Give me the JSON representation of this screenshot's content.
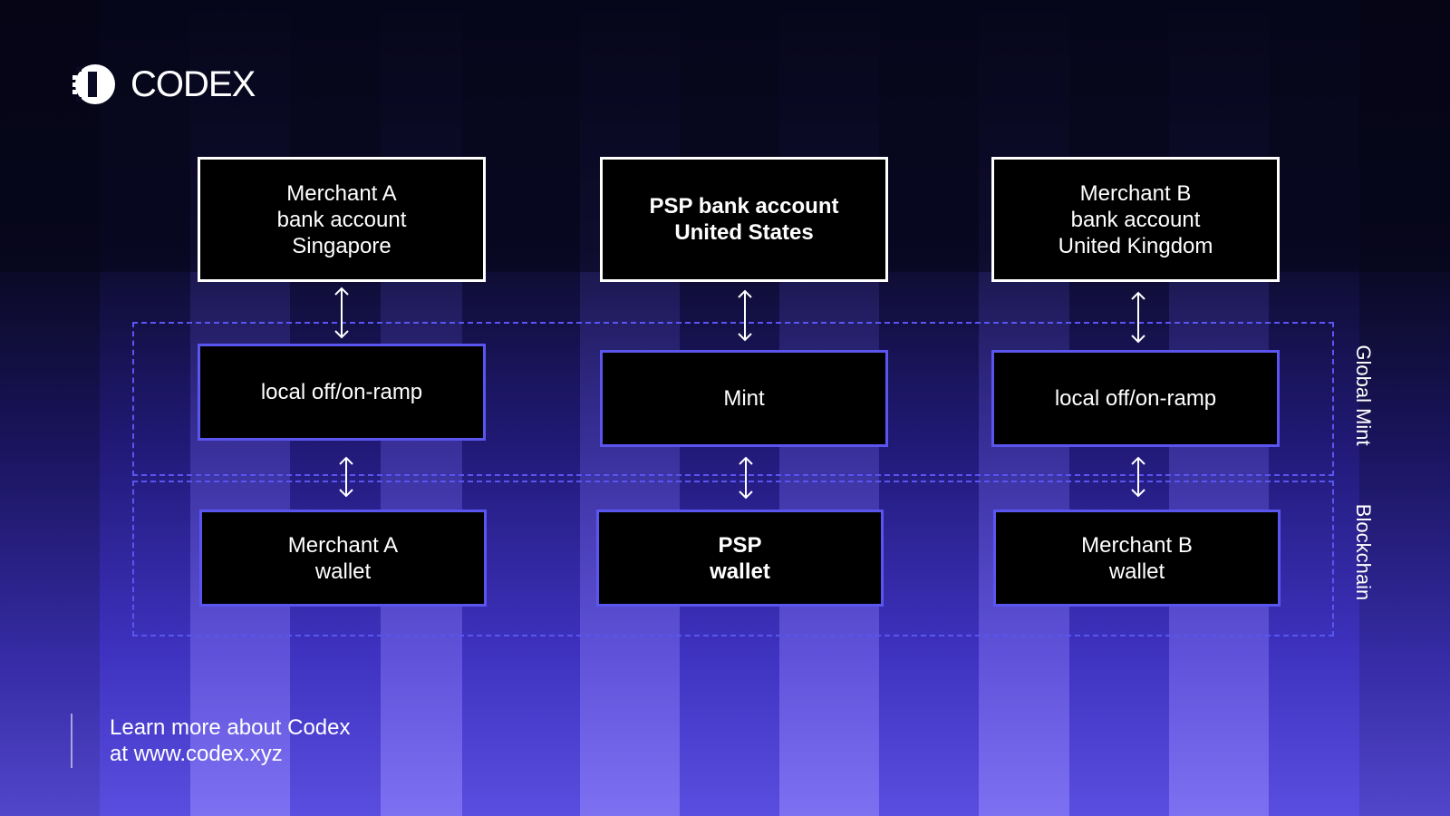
{
  "brand": {
    "name": "CODEX",
    "logo_icon": "codex-logo-icon"
  },
  "colors": {
    "background_dark": "#07071a",
    "accent_blue": "#5b55f0",
    "box_fill": "#000000",
    "text": "#ffffff"
  },
  "columns": [
    {
      "bank": "Merchant A\nbank account\nSingapore",
      "ramp": "local off/on-ramp",
      "wallet": "Merchant A\nwallet"
    },
    {
      "bank": "PSP bank account\nUnited States",
      "ramp": "Mint",
      "wallet": "PSP\nwallet"
    },
    {
      "bank": "Merchant B\nbank account\nUnited Kingdom",
      "ramp": "local off/on-ramp",
      "wallet": "Merchant B\nwallet"
    }
  ],
  "regions": {
    "global_mint": "Global Mint",
    "blockchain": "Blockchain"
  },
  "connector_icon": "double-arrow-vertical-icon",
  "footer": {
    "line1": "Learn more about Codex",
    "line2": "at www.codex.xyz"
  }
}
